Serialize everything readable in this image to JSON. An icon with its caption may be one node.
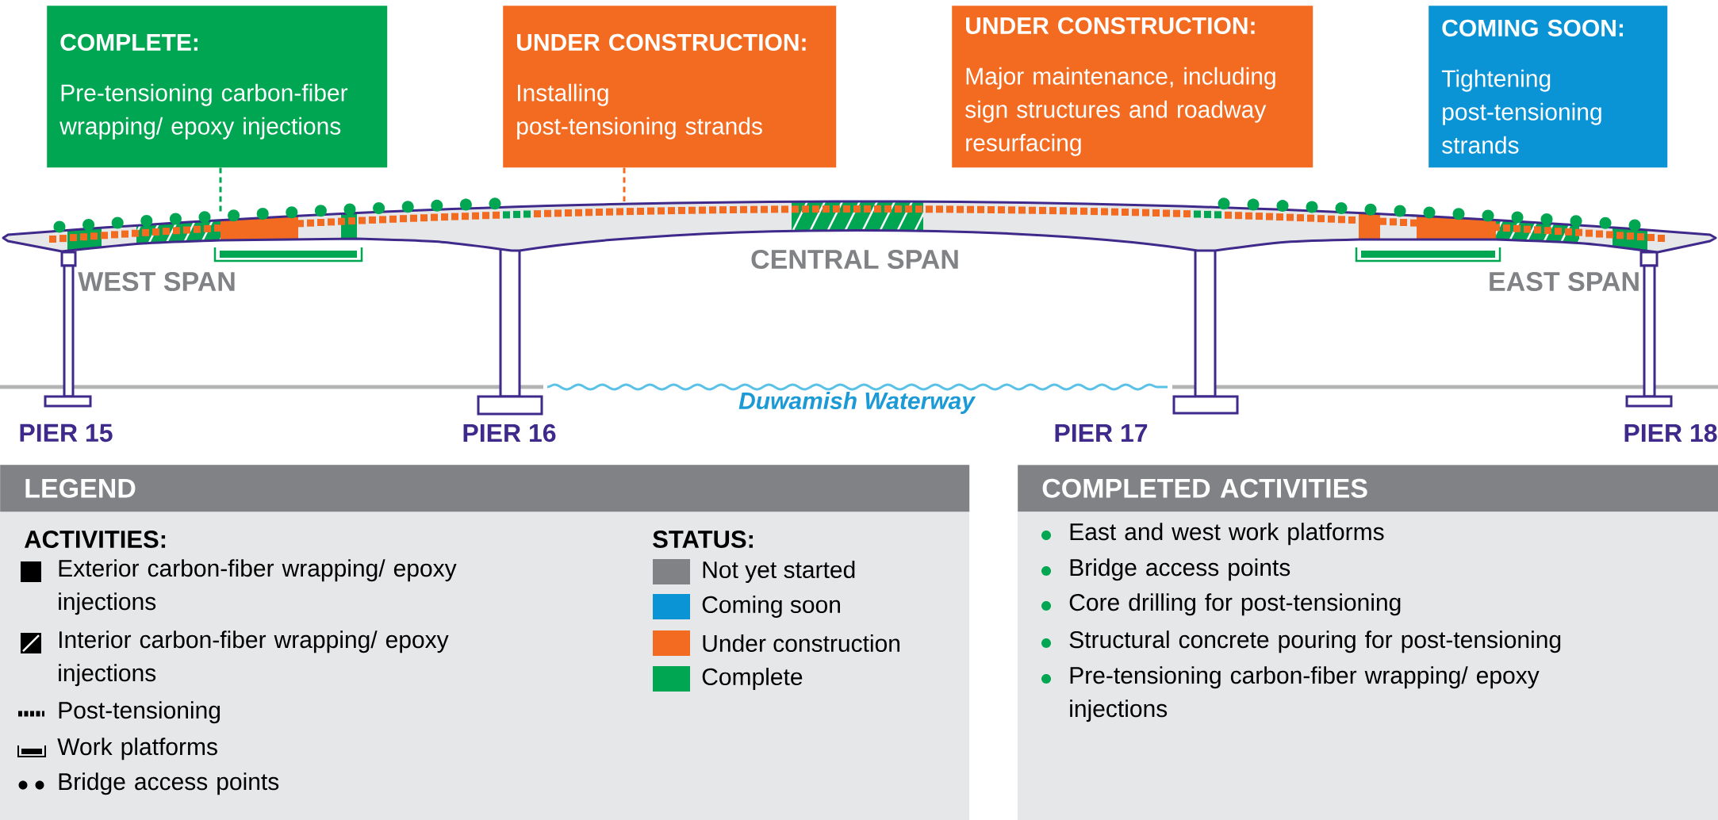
{
  "diagram": {
    "nodes": [
      {
        "text": [
          "COMPLETE:",
          "Pre-tensioning carbon-fiber wrapping/ epoxy injections"
        ]
      },
      {
        "text": [
          "UNDER CONSTRUCTION:",
          "Installing post-tensioning strands"
        ]
      },
      {
        "text": [
          "UNDER CONSTRUCTION:",
          "Major maintenance, including sign structures and roadway resurfacing"
        ]
      },
      {
        "text": [
          "COMING SOON:",
          "Tightening post-tensioning strands"
        ]
      },
      {
        "text": [
          "LEGEND"
        ]
      },
      {
        "text": [
          "COMPLETED ACTIVITIES"
        ]
      }
    ],
    "edges": [
      {
        "from": 0,
        "to": null,
        "arrow": "none",
        "style": "dashed",
        "color": "#00a651"
      },
      {
        "from": 1,
        "to": null,
        "arrow": "none",
        "style": "dashed",
        "color": "#f26b21"
      }
    ],
    "labels": [
      "WEST SPAN",
      "CENTRAL SPAN",
      "EAST SPAN",
      "PIER 15",
      "PIER 16",
      "Duwamish Waterway",
      "PIER 17",
      "PIER 18",
      "ACTIVITIES:",
      "STATUS:",
      "East and west work platforms",
      "Bridge access points",
      "Core drilling for post-tensioning",
      "Structural concrete pouring for post-tensioning",
      "Pre-tensioning carbon-fiber wrapping/ epoxy injections"
    ],
    "legend": [
      {
        "text": "Exterior carbon-fiber wrapping/ epoxy injections"
      },
      {
        "text": "Interior carbon-fiber wrapping/ epoxy injections"
      },
      {
        "text": "Post-tensioning"
      },
      {
        "text": "Work platforms"
      },
      {
        "text": "Bridge access points"
      },
      {
        "text": "Not yet started",
        "color": "#808285"
      },
      {
        "text": "Coming soon",
        "color": "#0a93d5"
      },
      {
        "text": "Under construction",
        "color": "#f26b21"
      },
      {
        "text": "Complete",
        "color": "#00a651"
      }
    ]
  }
}
